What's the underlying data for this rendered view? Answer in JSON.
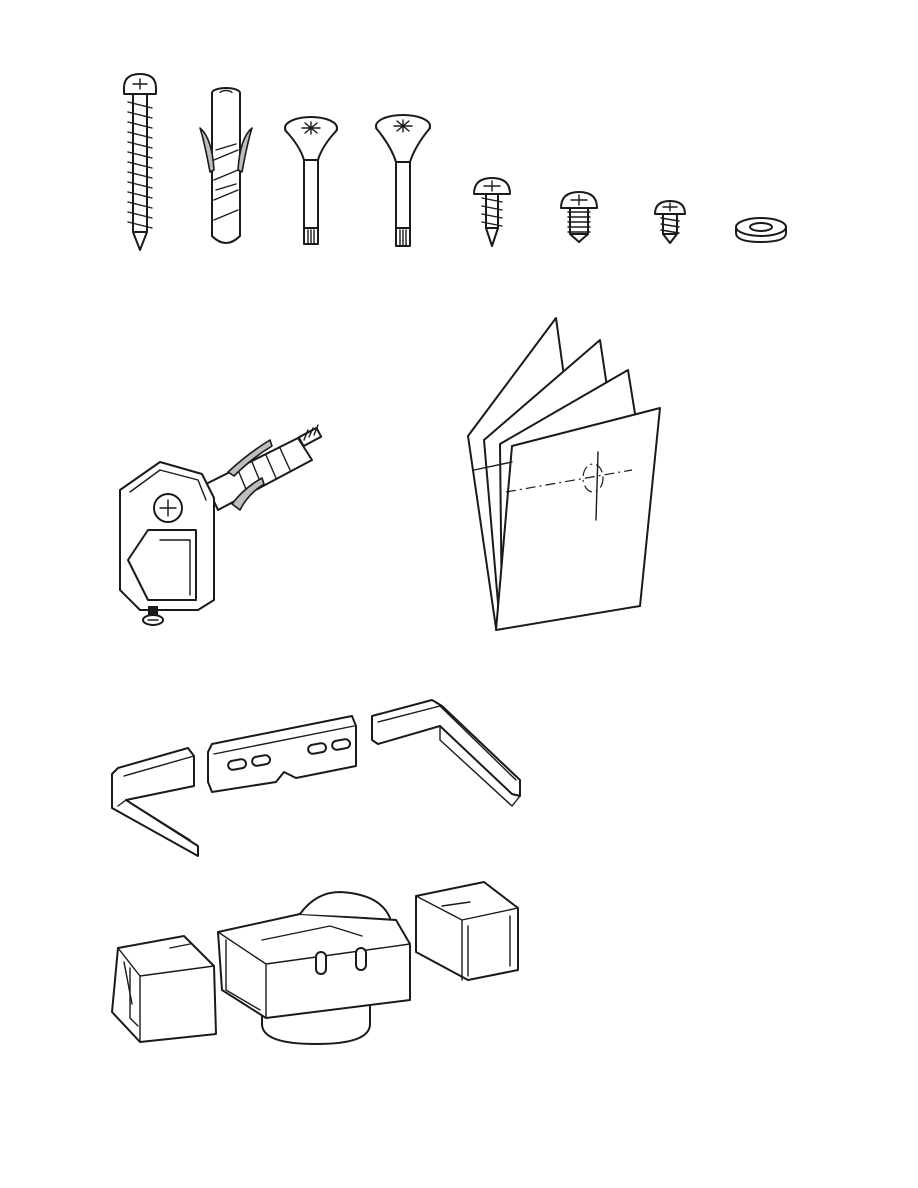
{
  "page": {
    "background": "#ffffff",
    "line_color": "#1a1a1a",
    "shade_color": "#bdbdbd"
  },
  "figure": {
    "items": [
      {
        "name": "wood-screw-pan-head"
      },
      {
        "name": "wall-plug"
      },
      {
        "name": "countersunk-screw-short"
      },
      {
        "name": "countersunk-screw-long"
      },
      {
        "name": "self-tapping-screw"
      },
      {
        "name": "machine-screw-short"
      },
      {
        "name": "small-self-tapping-screw"
      },
      {
        "name": "flat-washer"
      },
      {
        "name": "wall-bracket-with-anchor"
      },
      {
        "name": "drilling-template"
      },
      {
        "name": "frame-rail-set"
      },
      {
        "name": "duct-connector-set"
      }
    ]
  }
}
